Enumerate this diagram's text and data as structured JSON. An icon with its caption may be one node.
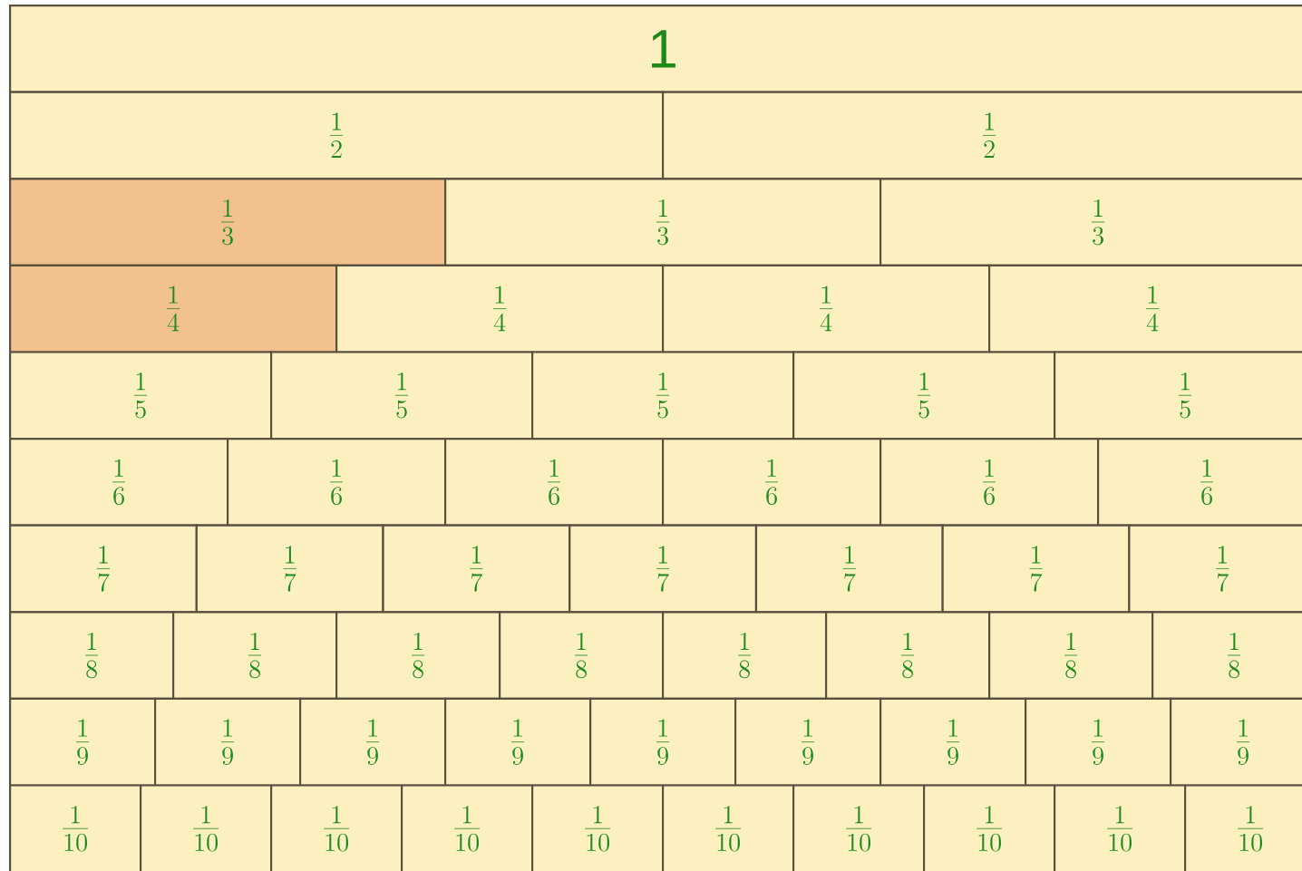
{
  "diagram": {
    "nodes": [
      {
        "text": [
          "1"
        ]
      },
      {
        "text": [
          "\\frac{1}{2}"
        ]
      },
      {
        "text": [
          "\\frac{1}{2}"
        ]
      },
      {
        "text": [
          "\\frac{1}{3}"
        ]
      },
      {
        "text": [
          "\\frac{1}{3}"
        ]
      },
      {
        "text": [
          "\\frac{1}{3}"
        ]
      },
      {
        "text": [
          "\\frac{1}{4}"
        ]
      },
      {
        "text": [
          "\\frac{1}{4}"
        ]
      },
      {
        "text": [
          "\\frac{1}{4}"
        ]
      },
      {
        "text": [
          "\\frac{1}{4}"
        ]
      },
      {
        "text": [
          "\\frac{1}{5}"
        ]
      },
      {
        "text": [
          "\\frac{1}{5}"
        ]
      },
      {
        "text": [
          "\\frac{1}{5}"
        ]
      },
      {
        "text": [
          "\\frac{1}{5}"
        ]
      },
      {
        "text": [
          "\\frac{1}{5}"
        ]
      },
      {
        "text": [
          "\\frac{1}{6}"
        ]
      },
      {
        "text": [
          "\\frac{1}{6}"
        ]
      },
      {
        "text": [
          "\\frac{1}{6}"
        ]
      },
      {
        "text": [
          "\\frac{1}{6}"
        ]
      },
      {
        "text": [
          "\\frac{1}{6}"
        ]
      },
      {
        "text": [
          "\\frac{1}{6}"
        ]
      },
      {
        "text": [
          "\\frac{1}{7}"
        ]
      },
      {
        "text": [
          "\\frac{1}{7}"
        ]
      },
      {
        "text": [
          "\\frac{1}{7}"
        ]
      },
      {
        "text": [
          "\\frac{1}{7}"
        ]
      },
      {
        "text": [
          "\\frac{1}{7}"
        ]
      },
      {
        "text": [
          "\\frac{1}{7}"
        ]
      },
      {
        "text": [
          "\\frac{1}{7}"
        ]
      },
      {
        "text": [
          "\\frac{1}{8}"
        ]
      },
      {
        "text": [
          "\\frac{1}{8}"
        ]
      },
      {
        "text": [
          "\\frac{1}{8}"
        ]
      },
      {
        "text": [
          "\\frac{1}{8}"
        ]
      },
      {
        "text": [
          "\\frac{1}{8}"
        ]
      },
      {
        "text": [
          "\\frac{1}{8}"
        ]
      },
      {
        "text": [
          "\\frac{1}{8}"
        ]
      },
      {
        "text": [
          "\\frac{1}{8}"
        ]
      },
      {
        "text": [
          "\\frac{1}{9}"
        ]
      },
      {
        "text": [
          "\\frac{1}{9}"
        ]
      },
      {
        "text": [
          "\\frac{1}{9}"
        ]
      },
      {
        "text": [
          "\\frac{1}{9}"
        ]
      },
      {
        "text": [
          "\\frac{1}{9}"
        ]
      },
      {
        "text": [
          "\\frac{1}{9}"
        ]
      },
      {
        "text": [
          "\\frac{1}{9}"
        ]
      },
      {
        "text": [
          "\\frac{1}{9}"
        ]
      },
      {
        "text": [
          "\\frac{1}{9}"
        ]
      },
      {
        "text": [
          "\\frac{1}{10}"
        ]
      },
      {
        "text": [
          "\\frac{1}{10}"
        ]
      },
      {
        "text": [
          "\\frac{1}{10}"
        ]
      },
      {
        "text": [
          "\\frac{1}{10}"
        ]
      },
      {
        "text": [
          "\\frac{1}{10}"
        ]
      },
      {
        "text": [
          "\\frac{1}{10}"
        ]
      },
      {
        "text": [
          "\\frac{1}{10}"
        ]
      },
      {
        "text": [
          "\\frac{1}{10}"
        ]
      },
      {
        "text": [
          "\\frac{1}{10}"
        ]
      },
      {
        "text": [
          "\\frac{1}{10}"
        ]
      }
    ]
  }
}
